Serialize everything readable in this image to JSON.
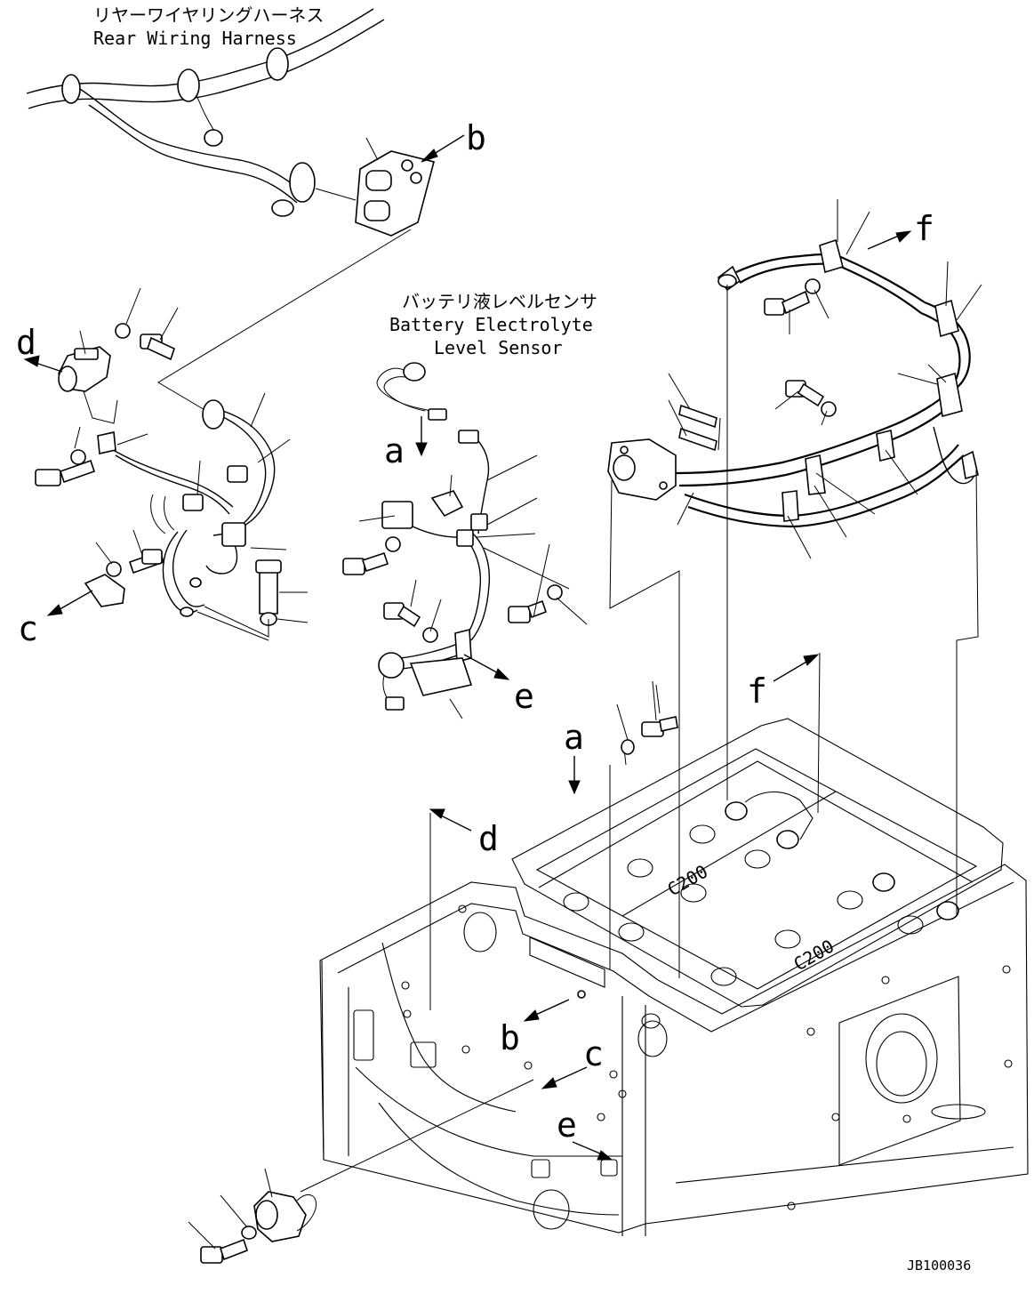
{
  "labels": {
    "rear_harness_jp": "リヤーワイヤリングハーネス",
    "rear_harness_en": "Rear Wiring Harness",
    "sensor_jp": "バッテリ液レベルセンサ",
    "sensor_en_1": "Battery Electrolyte",
    "sensor_en_2": "Level Sensor",
    "battery_mark_1": "C200",
    "battery_mark_2": "C200",
    "drawing_code": "JB100036"
  },
  "callouts": {
    "a": "a",
    "b": "b",
    "c": "c",
    "d": "d",
    "e": "e",
    "f": "f"
  }
}
